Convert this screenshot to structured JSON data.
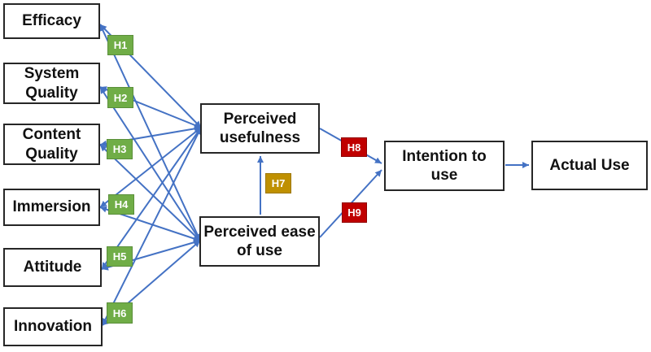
{
  "diagram": {
    "type": "technology-acceptance-model",
    "nodes": [
      {
        "id": "efficacy",
        "label": "Efficacy"
      },
      {
        "id": "system-quality",
        "label": "System Quality"
      },
      {
        "id": "content-quality",
        "label": "Content Quality"
      },
      {
        "id": "immersion",
        "label": "Immersion"
      },
      {
        "id": "attitude",
        "label": "Attitude"
      },
      {
        "id": "innovation",
        "label": "Innovation"
      },
      {
        "id": "perceived-usefulness",
        "label": "Perceived usefulness"
      },
      {
        "id": "perceived-ease-of-use",
        "label": "Perceived ease of use"
      },
      {
        "id": "intention-to-use",
        "label": "Intention to use"
      },
      {
        "id": "actual-use",
        "label": "Actual Use"
      }
    ],
    "hypotheses": [
      {
        "id": "H1",
        "label": "H1",
        "color": "#70AD47",
        "source": "Efficacy"
      },
      {
        "id": "H2",
        "label": "H2",
        "color": "#70AD47",
        "source": "System Quality"
      },
      {
        "id": "H3",
        "label": "H3",
        "color": "#70AD47",
        "source": "Content Quality"
      },
      {
        "id": "H4",
        "label": "H4",
        "color": "#70AD47",
        "source": "Immersion"
      },
      {
        "id": "H5",
        "label": "H5",
        "color": "#70AD47",
        "source": "Attitude"
      },
      {
        "id": "H6",
        "label": "H6",
        "color": "#70AD47",
        "source": "Innovation"
      },
      {
        "id": "H7",
        "label": "H7",
        "color": "#BF9000",
        "source": "Perceived ease of use",
        "target": "Perceived usefulness"
      },
      {
        "id": "H8",
        "label": "H8",
        "color": "#C00000",
        "source": "Perceived usefulness",
        "target": "Intention to use"
      },
      {
        "id": "H9",
        "label": "H9",
        "color": "#C00000",
        "source": "Perceived ease of use",
        "target": "Intention to use"
      }
    ],
    "edges": [
      {
        "from": "Efficacy",
        "to": "Perceived usefulness",
        "hypothesis": "H1"
      },
      {
        "from": "Efficacy",
        "to": "Perceived ease of use",
        "hypothesis": "H1"
      },
      {
        "from": "System Quality",
        "to": "Perceived usefulness",
        "hypothesis": "H2"
      },
      {
        "from": "System Quality",
        "to": "Perceived ease of use",
        "hypothesis": "H2"
      },
      {
        "from": "Content Quality",
        "to": "Perceived usefulness",
        "hypothesis": "H3"
      },
      {
        "from": "Content Quality",
        "to": "Perceived ease of use",
        "hypothesis": "H3"
      },
      {
        "from": "Immersion",
        "to": "Perceived usefulness",
        "hypothesis": "H4"
      },
      {
        "from": "Immersion",
        "to": "Perceived ease of use",
        "hypothesis": "H4"
      },
      {
        "from": "Attitude",
        "to": "Perceived usefulness",
        "hypothesis": "H5"
      },
      {
        "from": "Attitude",
        "to": "Perceived ease of use",
        "hypothesis": "H5"
      },
      {
        "from": "Innovation",
        "to": "Perceived usefulness",
        "hypothesis": "H6"
      },
      {
        "from": "Innovation",
        "to": "Perceived ease of use",
        "hypothesis": "H6"
      },
      {
        "from": "Perceived ease of use",
        "to": "Perceived usefulness",
        "hypothesis": "H7"
      },
      {
        "from": "Perceived usefulness",
        "to": "Intention to use",
        "hypothesis": "H8"
      },
      {
        "from": "Perceived ease of use",
        "to": "Intention to use",
        "hypothesis": "H9"
      },
      {
        "from": "Intention to use",
        "to": "Actual Use",
        "hypothesis": ""
      }
    ],
    "colors": {
      "connector": "#4472C4",
      "hypothesis_green": "#70AD47",
      "hypothesis_gold": "#BF9000",
      "hypothesis_red": "#C00000",
      "box_border": "#262626",
      "box_fill": "#ffffff",
      "background": "#ffffff"
    }
  }
}
